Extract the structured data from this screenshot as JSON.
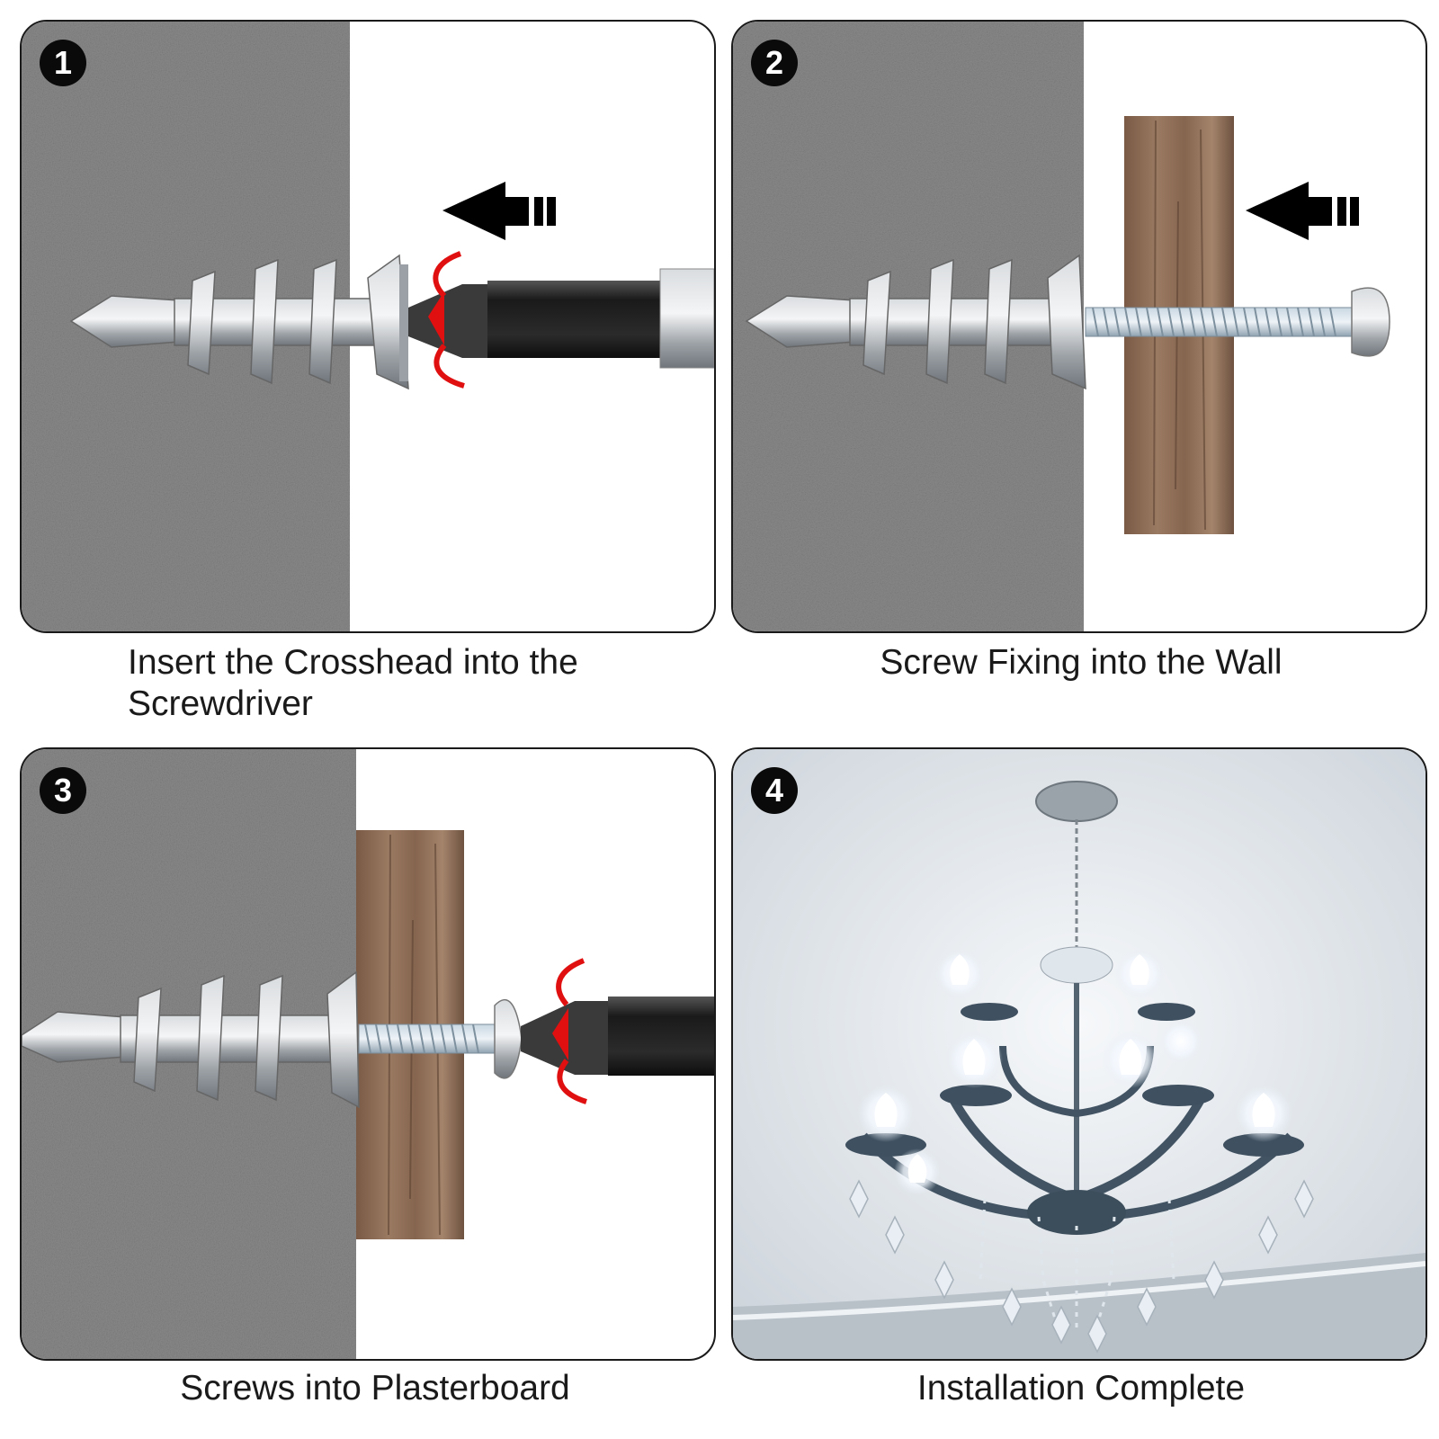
{
  "steps": [
    {
      "number": "1",
      "caption": "Insert the Crosshead into the Screwdriver"
    },
    {
      "number": "2",
      "caption": "Screw Fixing into the Wall"
    },
    {
      "number": "3",
      "caption": "Screws into Plasterboard"
    },
    {
      "number": "4",
      "caption": "Installation Complete"
    }
  ],
  "colors": {
    "plasterboard": "#8a8a8a",
    "wood": "#8b6a52",
    "metal": "#b4b8bc",
    "driver": "#222222",
    "rotation_arrow": "#e01010",
    "badge": "#0a0a0a",
    "ceiling": "#e4e9ee"
  }
}
